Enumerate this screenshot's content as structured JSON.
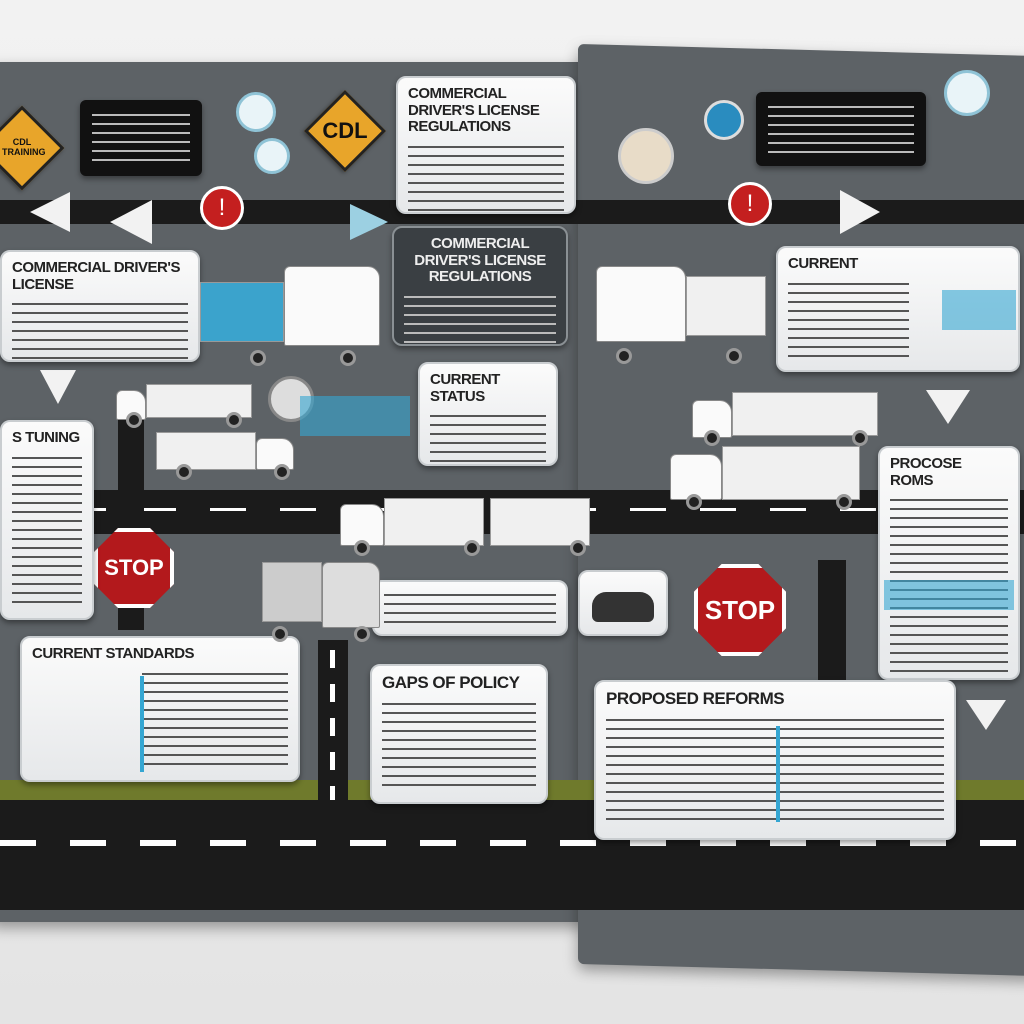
{
  "signs": {
    "cdl": "CDL",
    "warning_left": "CDL TRAINING",
    "stop_left": "STOP",
    "stop_right": "STOP",
    "warning_glyph": "!"
  },
  "panels": {
    "cdl_regulations": "COMMERCIAL DRIVER'S LICENSE REGULATIONS",
    "cdl_license_dark": "COMMERCIAL DRIVER'S LICENSE REGULATIONS",
    "cdl_license_left": "COMMERCIAL DRIVER'S LICENSE",
    "training": "S TUNING",
    "current_status": "CURRENT STATUS",
    "current_standards": "CURRENT STANDARDS",
    "gaps_of_policy": "GAPS OF POLICY",
    "current_right": "CURRENT",
    "proposed_reforms_right": "PROCOSE ROMS",
    "proposed_reforms": "PROPOSED REFORMS"
  },
  "colors": {
    "board": "#5d6266",
    "accent": "#35a6d2",
    "sign": "#e8a52a",
    "stop": "#b3191c"
  }
}
